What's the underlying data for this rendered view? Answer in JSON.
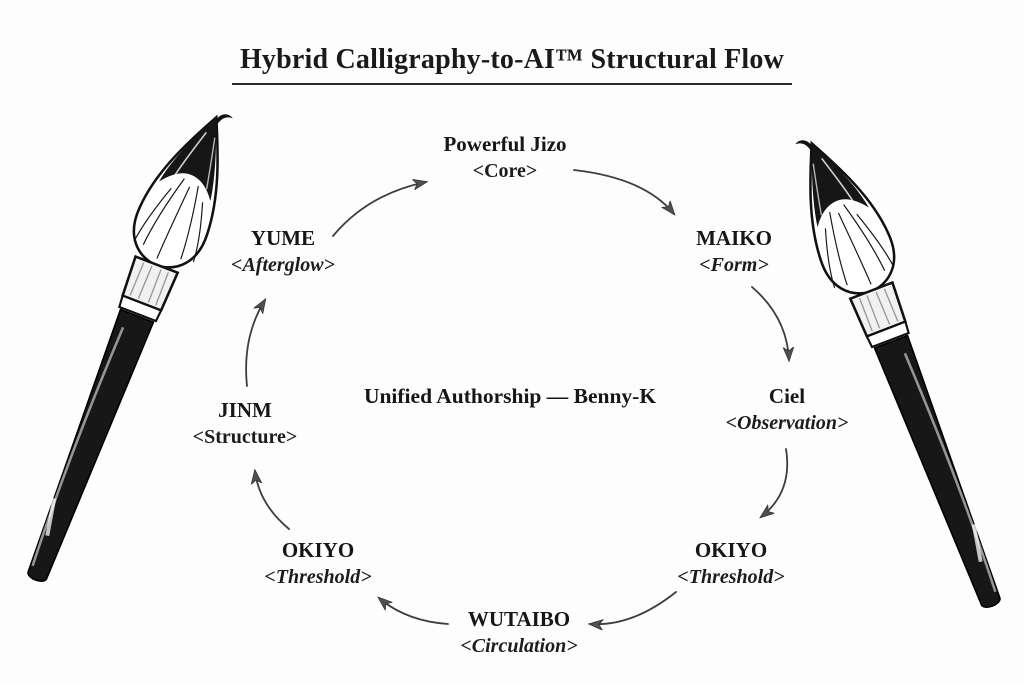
{
  "title": "Hybrid Calligraphy-to-AI™ Structural Flow",
  "center_label": "Unified Authorship — Benny-K",
  "nodes": [
    {
      "name": "Powerful Jizo",
      "tag": "<Core>"
    },
    {
      "name": "MAIKO",
      "tag": "<Form>"
    },
    {
      "name": "Ciel",
      "tag": "<Observation>"
    },
    {
      "name": "OKIYO",
      "tag": "<Threshold>"
    },
    {
      "name": "WUTAIBO",
      "tag": "<Circulation>"
    },
    {
      "name": "OKIYO",
      "tag": "<Threshold>"
    },
    {
      "name": "JINM",
      "tag": "<Structure>"
    },
    {
      "name": "YUME",
      "tag": "<Afterglow>"
    }
  ],
  "icons": {
    "left_brush": "calligraphy-brush-illustration",
    "right_brush": "calligraphy-brush-illustration"
  },
  "colors": {
    "ink": "#161616",
    "arrow": "#3d3d3d",
    "arrowhead": "#4f4f4f",
    "background": "#fdfdfd"
  }
}
